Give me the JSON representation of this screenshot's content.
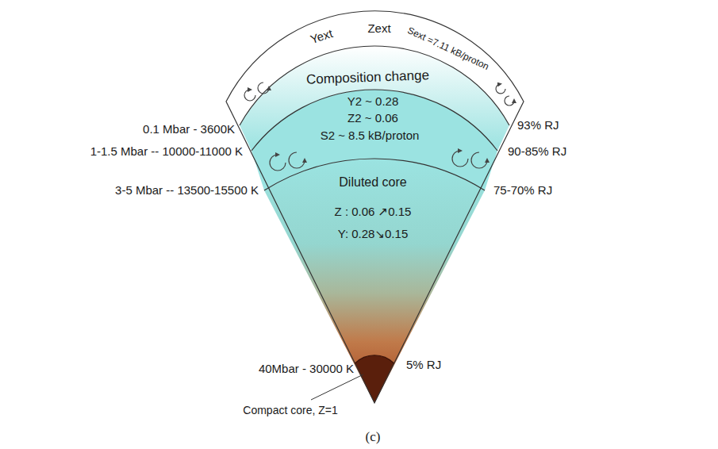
{
  "diagram": {
    "caption": "(c)",
    "nodes": [
      {
        "text": [
          "Yext",
          "Zext",
          "Sext =7.11 kB/proton"
        ]
      },
      {
        "text": [
          "Composition change"
        ]
      },
      {
        "text": [
          "Y2 ~ 0.28",
          "Z2 ~ 0.06",
          "S2 ~ 8.5 kB/proton"
        ]
      },
      {
        "text": [
          "Diluted core",
          "Z : 0.06 ↗0.15",
          "Y: 0.28↘0.15"
        ]
      },
      {
        "text": [
          "Compact core, Z=1"
        ]
      }
    ],
    "labels": [
      "0.1 Mbar - 3600K",
      "1-1.5 Mbar -- 10000-11000 K",
      "3-5 Mbar -- 13500-15500 K",
      "40Mbar - 30000 K",
      "93% RJ",
      "90-85% RJ",
      "75-70% RJ",
      "5% RJ"
    ]
  }
}
